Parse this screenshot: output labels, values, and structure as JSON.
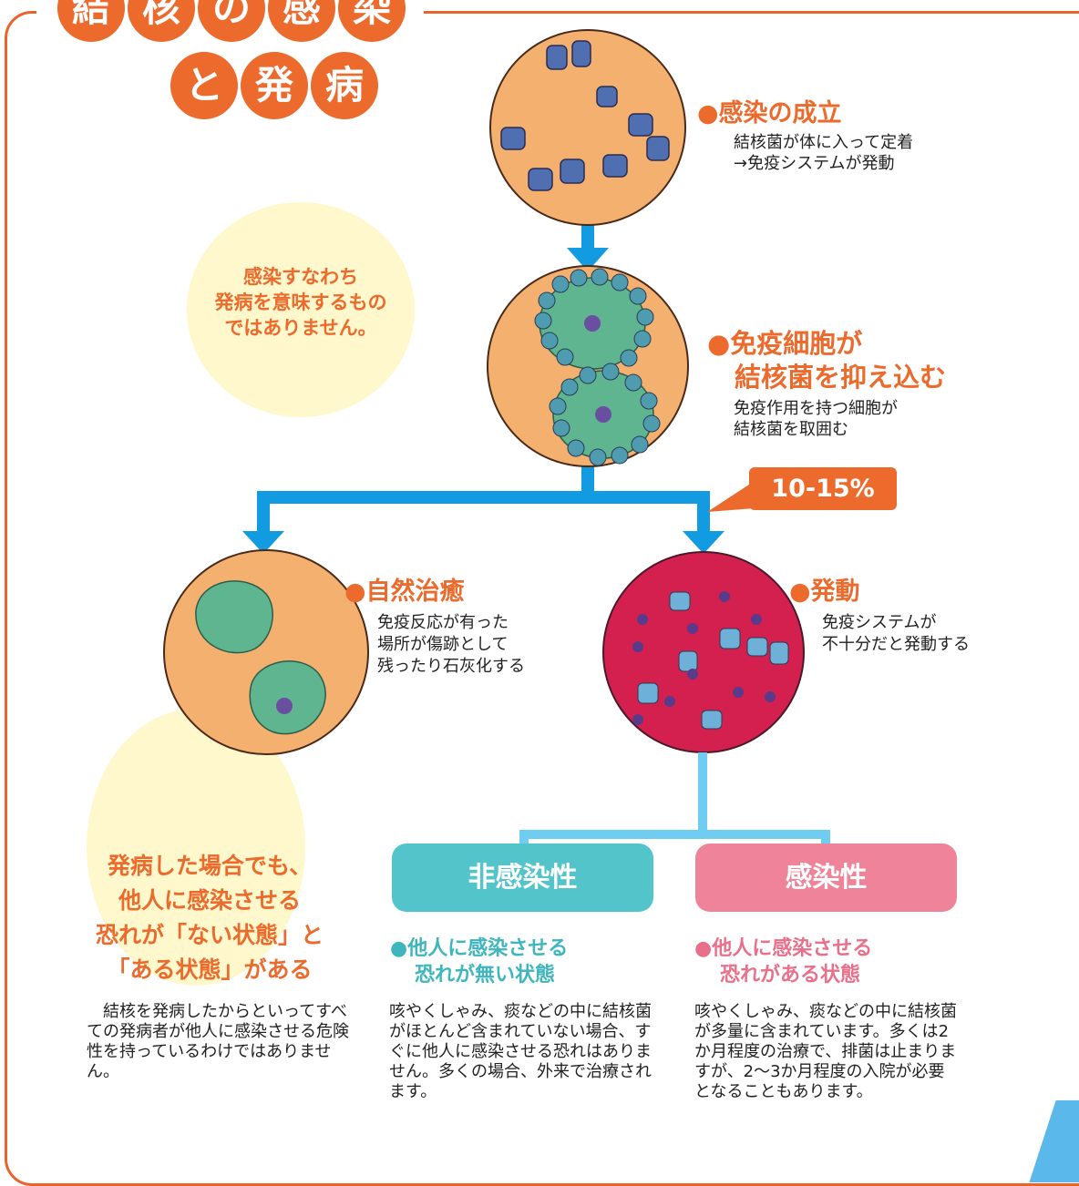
{
  "title": {
    "line1": [
      "結",
      "核",
      "の",
      "感",
      "染"
    ],
    "line2": [
      "と",
      "発",
      "病"
    ]
  },
  "stages": {
    "infection": {
      "heading": "●感染の成立",
      "desc": [
        "結核菌が体に入って定着",
        "→免疫システムが発動"
      ]
    },
    "suppression": {
      "heading": [
        "●免疫細胞が",
        "結核菌を抑え込む"
      ],
      "desc": [
        "免疫作用を持つ細胞が",
        "結核菌を取囲む"
      ]
    },
    "natural": {
      "heading": "●自然治癒",
      "desc": [
        "免疫反応が有った",
        "場所が傷跡として",
        "残ったり石灰化する"
      ]
    },
    "onset": {
      "heading": "●発動",
      "desc": [
        "免疫システムが",
        "不十分だと発動する"
      ]
    }
  },
  "percentage_badge": "10-15%",
  "callout_top": [
    "感染すなわち",
    "発病を意味するもの",
    "ではありません。"
  ],
  "callout_bottom": {
    "lines": [
      "発病した場合でも、",
      "他人に感染させる",
      "恐れが「ない状態」と",
      "「ある状態」がある"
    ],
    "body": "　結核を発病したからといってすべての発病者が他人に感染させる危険性を持っているわけではありません。"
  },
  "non_infectious": {
    "label": "非感染性",
    "subhead": [
      "●他人に感染させる",
      "恐れが無い状態"
    ],
    "body": "咳やくしゃみ、痰などの中に結核菌がほとんど含まれていない場合、すぐに他人に感染させる恐れはありません。多くの場合、外来で治療されます。"
  },
  "infectious": {
    "label": "感染性",
    "subhead": [
      "●他人に感染させる",
      "恐れがある状態"
    ],
    "body": "咳やくしゃみ、痰などの中に結核菌が多量に含まれています。多くは2か月程度の治療で、排菌は止まりますが、2〜3か月程度の入院が必要となることもあります。"
  },
  "colors": {
    "orange": "#eb6a2c",
    "circle_fill": "#f4b06e",
    "cell_green": "#5fb58f",
    "onset_red": "#d3204f",
    "arrow_blue": "#129be0",
    "light_blue": "#6fcdf1",
    "teal": "#54c4cb",
    "pink": "#ee8399",
    "pale_yellow": "#fff8cc"
  }
}
